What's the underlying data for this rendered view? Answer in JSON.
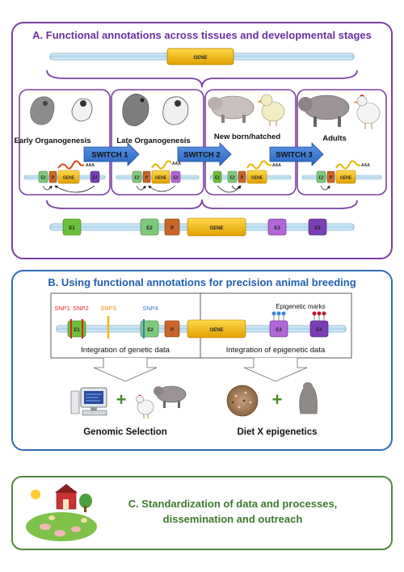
{
  "panel_a": {
    "title": "A. Functional annotations across tissues and developmental stages",
    "top_gene_label": "GENE",
    "stages": [
      {
        "label": "Early Organogenesis"
      },
      {
        "label": "Late Organogenesis"
      },
      {
        "label": "New born/hatched"
      },
      {
        "label": "Adults"
      }
    ],
    "switches": [
      "SWITCH 1",
      "SWITCH 2",
      "SWITCH 3"
    ],
    "bottom_elements": [
      "E1",
      "E2",
      "P",
      "GENE",
      "E3",
      "E4"
    ],
    "polyA": "AAA"
  },
  "panel_b": {
    "title": "B. Using functional annotations for precision animal breeding",
    "snps": [
      "SNP1",
      "SNP2",
      "SNP3",
      "SNP4"
    ],
    "epigenetic_label": "Epigenetic marks",
    "elements": [
      "E1",
      "E2",
      "P",
      "GENE",
      "E3",
      "E4"
    ],
    "genetic_label": "Integration of genetic data",
    "epigenetic_data_label": "Integration of epigenetic data",
    "genomic_selection": "Genomic Selection",
    "diet_label": "Diet X epigenetics"
  },
  "panel_c": {
    "title_line1": "C. Standardization of data and processes,",
    "title_line2": "dissemination and outreach"
  },
  "colors": {
    "panel_a_border": "#7b3fa0",
    "panel_b_border": "#2f6db5",
    "panel_c_border": "#4f8a3a",
    "title_a": "#6b2fa0",
    "title_b": "#1f5fb0",
    "title_c": "#3a7a2a",
    "gene": "#f5b800",
    "promoter": "#c9652a",
    "e1": "#6bbf3a",
    "e2": "#7fc97a",
    "e3": "#b266d9",
    "e4": "#7a3fb5",
    "switch": "#3b7dd8"
  }
}
